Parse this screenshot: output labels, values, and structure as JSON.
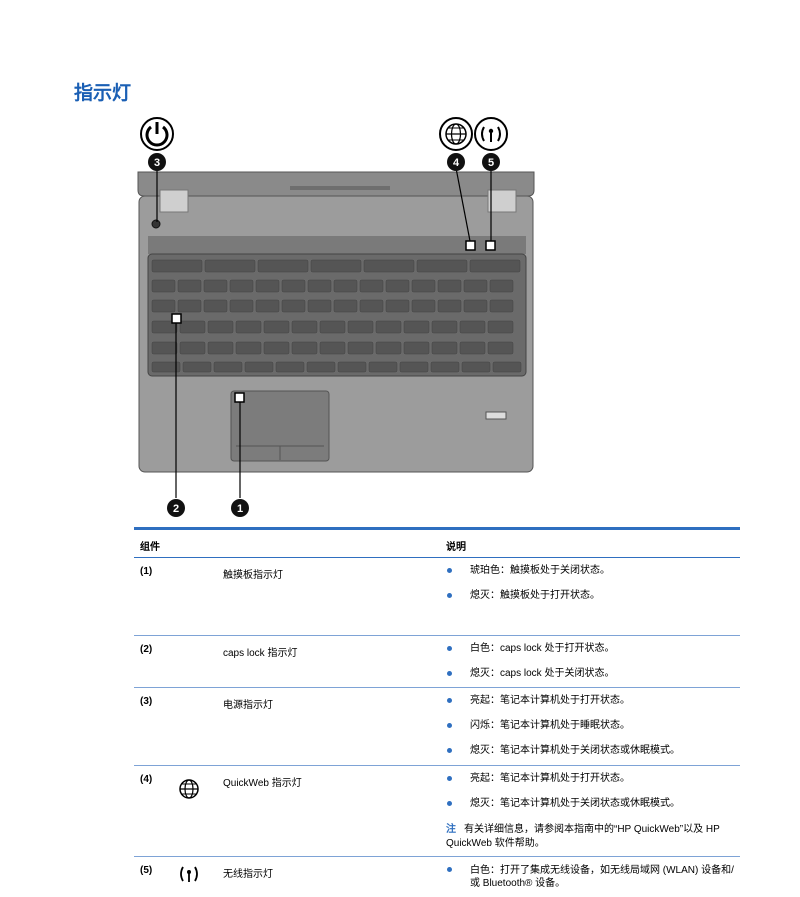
{
  "page_title": "指示灯",
  "table": {
    "header": {
      "col1": "组件",
      "col2": "说明"
    },
    "rows": [
      {
        "num": "(1)",
        "icon": "",
        "name": "触摸板指示灯",
        "bullets": [
          "琥珀色：触摸板处于关闭状态。",
          "熄灭：触摸板处于打开状态。"
        ]
      },
      {
        "num": "(2)",
        "icon": "",
        "name": "caps lock 指示灯",
        "bullets": [
          "白色：caps lock 处于打开状态。",
          "熄灭：caps lock 处于关闭状态。"
        ]
      },
      {
        "num": "(3)",
        "icon": "",
        "name": "电源指示灯",
        "bullets": [
          "亮起：笔记本计算机处于打开状态。",
          "闪烁：笔记本计算机处于睡眠状态。",
          "熄灭：笔记本计算机处于关闭状态或休眠模式。"
        ]
      },
      {
        "num": "(4)",
        "icon": "globe-icon",
        "name": "QuickWeb 指示灯",
        "bullets": [
          "亮起：笔记本计算机处于打开状态。",
          "熄灭：笔记本计算机处于关闭状态或休眠模式。"
        ],
        "note_label": "注",
        "note_text": "有关详细信息，请参阅本指南中的“HP QuickWeb”以及 HP QuickWeb 软件帮助。"
      },
      {
        "num": "(5)",
        "icon": "wireless-icon",
        "name": "无线指示灯",
        "bullets": [
          "白色：打开了集成无线设备，如无线局域网 (WLAN) 设备和/或 Bluetooth® 设备。"
        ]
      }
    ]
  },
  "figure": {
    "callouts": [
      "1",
      "2",
      "3",
      "4",
      "5"
    ],
    "icons": [
      "power-icon",
      "globe-icon",
      "wireless-icon"
    ]
  }
}
